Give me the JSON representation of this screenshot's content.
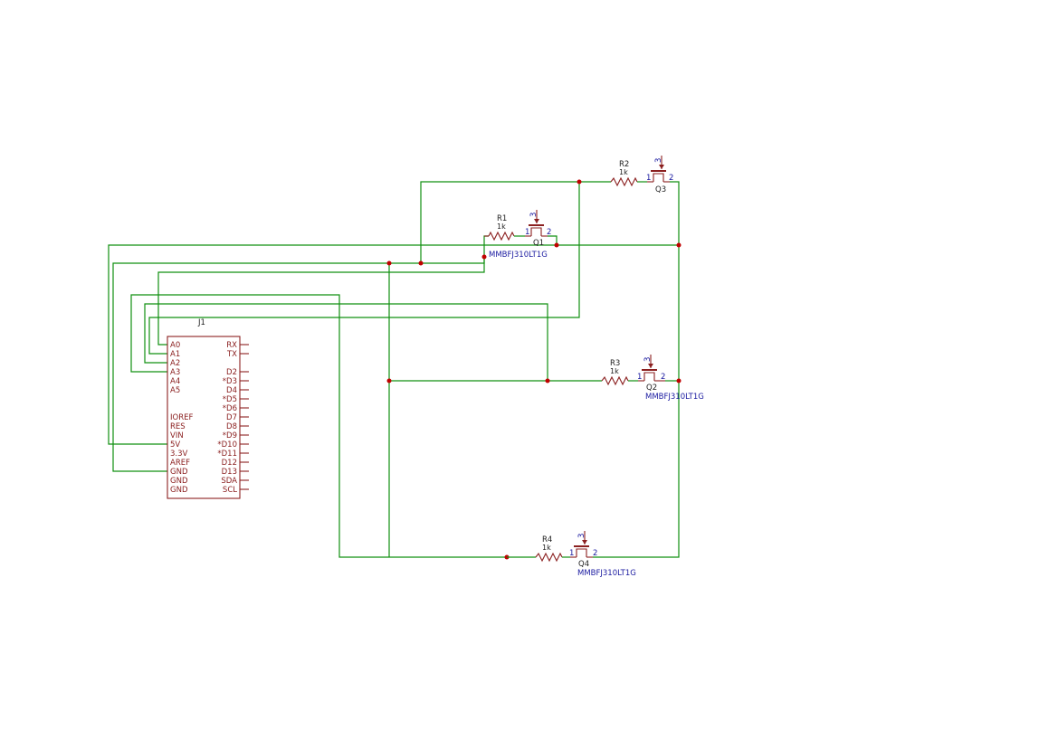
{
  "connector": {
    "ref": "J1",
    "left_pins": [
      "A0",
      "A1",
      "A2",
      "A3",
      "A4",
      "A5",
      "IOREF",
      "RES",
      "VIN",
      "5V",
      "3.3V",
      "AREF",
      "GND",
      "GND",
      "GND"
    ],
    "right_pins": [
      "RX",
      "TX",
      "D2",
      "*D3",
      "D4",
      "*D5",
      "*D6",
      "D7",
      "D8",
      "*D9",
      "*D10",
      "*D11",
      "D12",
      "D13",
      "SDA",
      "SCL"
    ]
  },
  "resistors": {
    "r1": {
      "ref": "R1",
      "value": "1k"
    },
    "r2": {
      "ref": "R2",
      "value": "1k"
    },
    "r3": {
      "ref": "R3",
      "value": "1k"
    },
    "r4": {
      "ref": "R4",
      "value": "1k"
    }
  },
  "transistors": {
    "q1": {
      "ref": "Q1",
      "part": "MMBFJ310LT1G",
      "pin1": "1",
      "pin2": "2",
      "pin3": "3"
    },
    "q2": {
      "ref": "Q2",
      "part": "MMBFJ310LT1G",
      "pin1": "1",
      "pin2": "2",
      "pin3": "3"
    },
    "q3": {
      "ref": "Q3",
      "part": "",
      "pin1": "1",
      "pin2": "2",
      "pin3": "3"
    },
    "q4": {
      "ref": "Q4",
      "part": "MMBFJ310LT1G",
      "pin1": "1",
      "pin2": "2",
      "pin3": "3"
    }
  },
  "colors": {
    "wire": "#109010",
    "symbol": "#8b2020",
    "junction": "#c00000",
    "pin_text": "#1a1aa0"
  }
}
